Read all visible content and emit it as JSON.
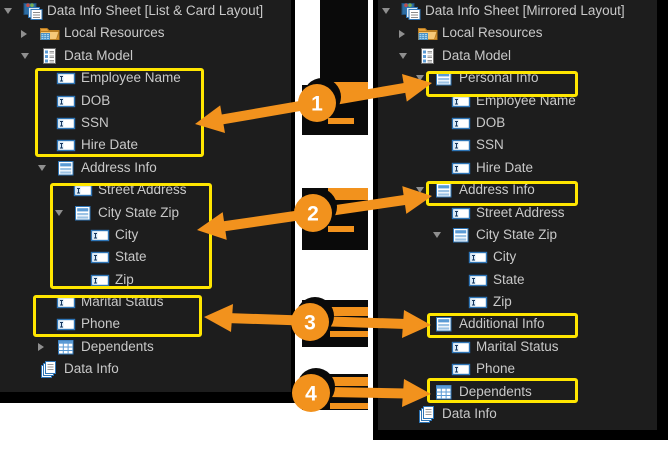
{
  "left_panel": {
    "nodes": [
      {
        "label": "Data Info Sheet [List & Card Layout]",
        "level": 0,
        "expander": "open",
        "icon": "sheet-stack"
      },
      {
        "label": "Local Resources",
        "level": 1,
        "expander": "closed",
        "icon": "folder"
      },
      {
        "label": "Data Model",
        "level": 1,
        "expander": "open",
        "icon": "data-model"
      },
      {
        "label": "Employee Name",
        "level": 2,
        "icon": "field"
      },
      {
        "label": "DOB",
        "level": 2,
        "icon": "field"
      },
      {
        "label": "SSN",
        "level": 2,
        "icon": "field"
      },
      {
        "label": "Hire Date",
        "level": 2,
        "icon": "field"
      },
      {
        "label": "Address Info",
        "level": 2,
        "expander": "open",
        "icon": "group"
      },
      {
        "label": "Street Address",
        "level": 3,
        "icon": "field"
      },
      {
        "label": "City State Zip",
        "level": 3,
        "expander": "open",
        "icon": "group"
      },
      {
        "label": "City",
        "level": 4,
        "icon": "field"
      },
      {
        "label": "State",
        "level": 4,
        "icon": "field"
      },
      {
        "label": "Zip",
        "level": 4,
        "icon": "field"
      },
      {
        "label": "Marital Status",
        "level": 2,
        "icon": "field"
      },
      {
        "label": "Phone",
        "level": 2,
        "icon": "field"
      },
      {
        "label": "Dependents",
        "level": 2,
        "expander": "closed",
        "icon": "table"
      },
      {
        "label": "Data Info",
        "level": 1,
        "icon": "doc-stack"
      }
    ]
  },
  "right_panel": {
    "nodes": [
      {
        "label": "Data Info Sheet [Mirrored Layout]",
        "level": 0,
        "expander": "open",
        "icon": "sheet-stack"
      },
      {
        "label": "Local Resources",
        "level": 1,
        "expander": "closed",
        "icon": "folder"
      },
      {
        "label": "Data Model",
        "level": 1,
        "expander": "open",
        "icon": "data-model"
      },
      {
        "label": "Personal Info",
        "level": 2,
        "expander": "open",
        "icon": "group"
      },
      {
        "label": "Employee Name",
        "level": 3,
        "icon": "field"
      },
      {
        "label": "DOB",
        "level": 3,
        "icon": "field"
      },
      {
        "label": "SSN",
        "level": 3,
        "icon": "field"
      },
      {
        "label": "Hire Date",
        "level": 3,
        "icon": "field"
      },
      {
        "label": "Address Info",
        "level": 2,
        "expander": "open",
        "icon": "group"
      },
      {
        "label": "Street Address",
        "level": 3,
        "icon": "field"
      },
      {
        "label": "City State Zip",
        "level": 3,
        "expander": "open",
        "icon": "group"
      },
      {
        "label": "City",
        "level": 4,
        "icon": "field"
      },
      {
        "label": "State",
        "level": 4,
        "icon": "field"
      },
      {
        "label": "Zip",
        "level": 4,
        "icon": "field"
      },
      {
        "label": "Additional Info",
        "level": 2,
        "expander": "open",
        "icon": "group"
      },
      {
        "label": "Marital Status",
        "level": 3,
        "icon": "field"
      },
      {
        "label": "Phone",
        "level": 3,
        "icon": "field"
      },
      {
        "label": "Dependents",
        "level": 2,
        "expander": "closed",
        "icon": "table"
      },
      {
        "label": "Data Info",
        "level": 1,
        "icon": "doc-stack"
      }
    ]
  },
  "annotations": {
    "badges": [
      {
        "number": "1"
      },
      {
        "number": "2"
      },
      {
        "number": "3"
      },
      {
        "number": "4"
      }
    ]
  },
  "colors": {
    "accent_orange": "#f2921d",
    "highlight_yellow": "#ffe600",
    "panel_background": "#1d1d1d",
    "tree_text": "#c9c9c9",
    "icon_blue": "#2e75b6"
  }
}
